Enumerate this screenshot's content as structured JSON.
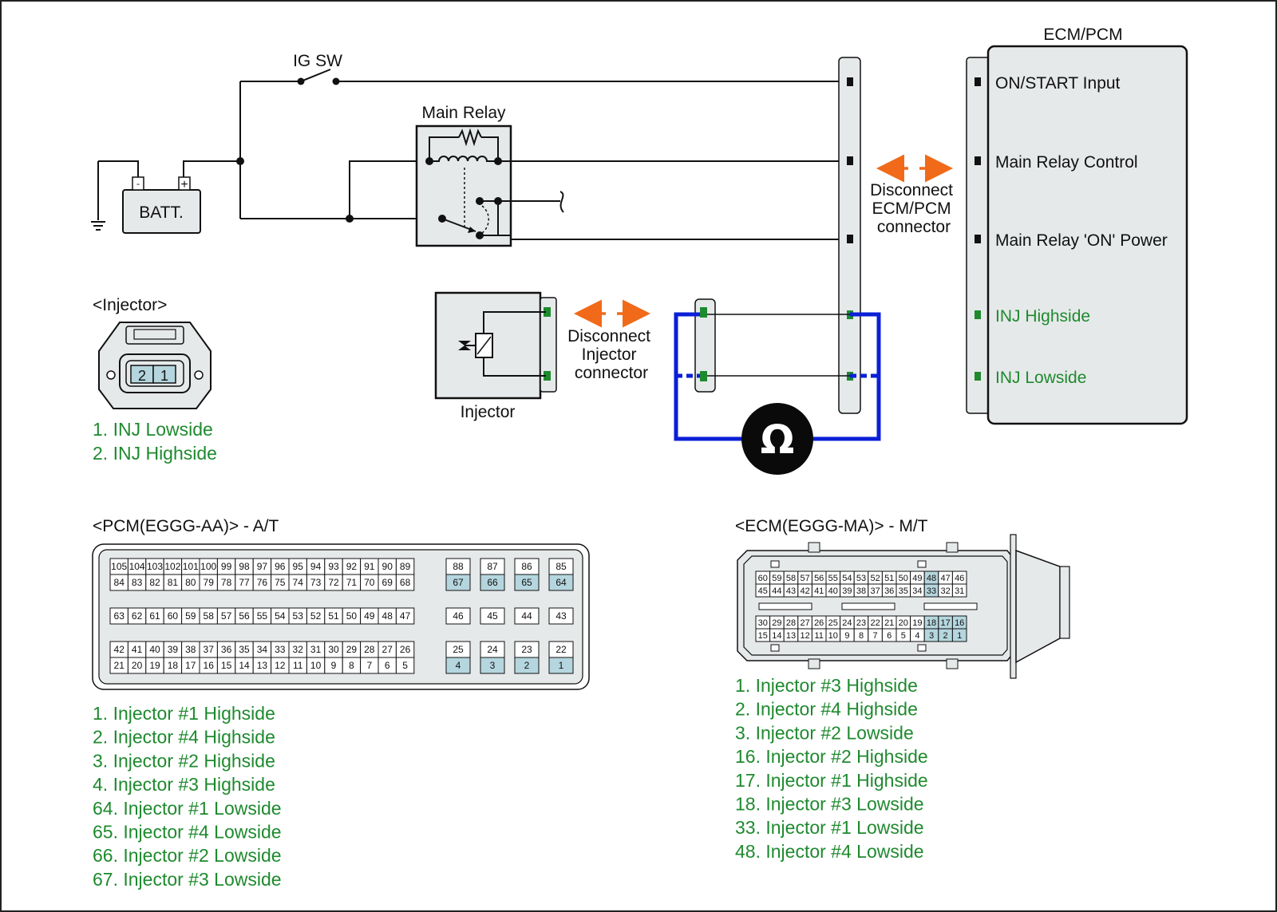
{
  "labels": {
    "ig_sw": "IG SW",
    "main_relay": "Main Relay",
    "battery": "BATT.",
    "battery_neg": "-",
    "battery_pos": "+",
    "ecm_pcm_title": "ECM/PCM",
    "ecm_pins": [
      "ON/START Input",
      "Main Relay Control",
      "Main Relay 'ON' Power",
      "INJ Highside",
      "INJ Lowside"
    ],
    "disconnect_ecm": [
      "Disconnect",
      "ECM/PCM",
      "connector"
    ],
    "disconnect_inj": [
      "Disconnect",
      "Injector",
      "connector"
    ],
    "injector": "Injector",
    "ohm_symbol": "Ω"
  },
  "injector_connector": {
    "title": "<Injector>",
    "pins": [
      "2",
      "1"
    ],
    "legend": [
      "1. INJ Lowside",
      "2. INJ Highside"
    ]
  },
  "pcm": {
    "title": "<PCM(EGGG-AA)> - A/T",
    "rows": [
      [
        "105",
        "104",
        "103",
        "102",
        "101",
        "100",
        "99",
        "98",
        "97",
        "96",
        "95",
        "94",
        "93",
        "92",
        "91",
        "90",
        "89"
      ],
      [
        "84",
        "83",
        "82",
        "81",
        "80",
        "79",
        "78",
        "77",
        "76",
        "75",
        "74",
        "73",
        "72",
        "71",
        "70",
        "69",
        "68"
      ],
      [
        "63",
        "62",
        "61",
        "60",
        "59",
        "58",
        "57",
        "56",
        "55",
        "54",
        "53",
        "52",
        "51",
        "50",
        "49",
        "48",
        "47"
      ],
      [
        "42",
        "41",
        "40",
        "39",
        "38",
        "37",
        "36",
        "35",
        "34",
        "33",
        "32",
        "31",
        "30",
        "29",
        "28",
        "27",
        "26"
      ],
      [
        "21",
        "20",
        "19",
        "18",
        "17",
        "16",
        "15",
        "14",
        "13",
        "12",
        "11",
        "10",
        "9",
        "8",
        "7",
        "6",
        "5"
      ]
    ],
    "side_rows": [
      [
        "88",
        "87",
        "86",
        "85"
      ],
      [
        "67",
        "66",
        "65",
        "64"
      ],
      [
        "46",
        "45",
        "44",
        "43"
      ],
      [
        "25",
        "24",
        "23",
        "22"
      ],
      [
        "4",
        "3",
        "2",
        "1"
      ]
    ],
    "highlighted": [
      "67",
      "66",
      "65",
      "64",
      "4",
      "3",
      "2",
      "1"
    ],
    "legend": [
      "1. Injector #1 Highside",
      "2. Injector #4 Highside",
      "3. Injector #2 Highside",
      "4. Injector #3 Highside",
      "64. Injector #1 Lowside",
      "65. Injector #4 Lowside",
      "66. Injector #2 Lowside",
      "67. Injector #3 Lowside"
    ]
  },
  "ecm": {
    "title": "<ECM(EGGG-MA)> - M/T",
    "rows": [
      [
        "60",
        "59",
        "58",
        "57",
        "56",
        "55",
        "54",
        "53",
        "52",
        "51",
        "50",
        "49",
        "48",
        "47",
        "46"
      ],
      [
        "45",
        "44",
        "43",
        "42",
        "41",
        "40",
        "39",
        "38",
        "37",
        "36",
        "35",
        "34",
        "33",
        "32",
        "31"
      ],
      [
        "30",
        "29",
        "28",
        "27",
        "26",
        "25",
        "24",
        "23",
        "22",
        "21",
        "20",
        "19",
        "18",
        "17",
        "16"
      ],
      [
        "15",
        "14",
        "13",
        "12",
        "11",
        "10",
        "9",
        "8",
        "7",
        "6",
        "5",
        "4",
        "3",
        "2",
        "1"
      ]
    ],
    "highlighted": [
      "48",
      "33",
      "18",
      "17",
      "16",
      "3",
      "2",
      "1"
    ],
    "legend": [
      "1. Injector #3 Highside",
      "2. Injector #4 Highside",
      "3. Injector #2 Lowside",
      "16. Injector #2 Highside",
      "17. Injector #1 Highside",
      "18. Injector #3 Lowside",
      "33. Injector #1 Lowside",
      "48. Injector #4 Lowside"
    ]
  },
  "colors": {
    "wire": "#111111",
    "meter_wire": "#0a1fd6",
    "arrow": "#f06a1a",
    "legend_text": "#1e8a2e",
    "pin_highlight": "#b5d6de",
    "connector_fill": "#e6e9ea",
    "terminal_green": "#1e8a2e"
  }
}
